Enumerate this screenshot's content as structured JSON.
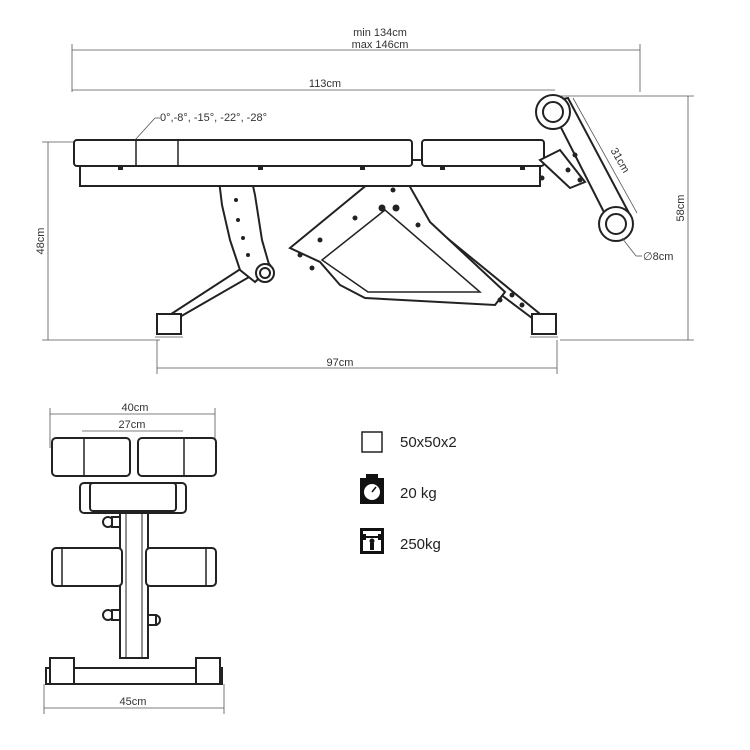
{
  "side_view": {
    "length_label": [
      "min 134cm",
      "max 146cm"
    ],
    "pad_length": "113cm",
    "angles": "0°,-8°, -15°, -22°, -28°",
    "seat_height": "48cm",
    "total_height": "58cm",
    "leg_holder_length": "31cm",
    "roller_diameter": "∅8cm",
    "base_length": "97cm"
  },
  "front_view": {
    "pad_width_outer": "40cm",
    "pad_width_inner": "27cm",
    "base_width": "45cm"
  },
  "specs": [
    {
      "icon": "tube-profile-icon",
      "label": "50x50x2"
    },
    {
      "icon": "weight-scale-icon",
      "label": "20 kg"
    },
    {
      "icon": "max-load-icon",
      "label": "250kg"
    }
  ]
}
